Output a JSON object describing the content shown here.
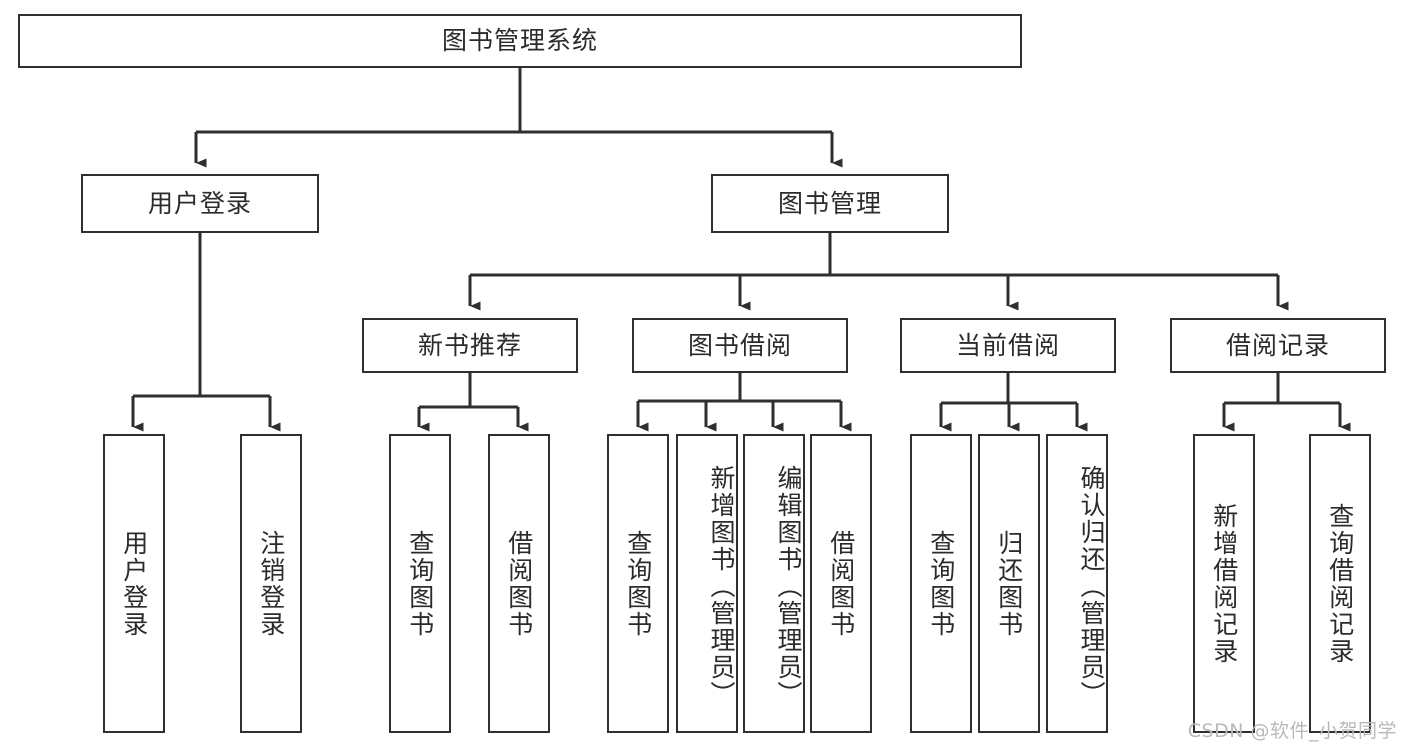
{
  "diagram": {
    "title": "图书管理系统",
    "type": "tree-hierarchy",
    "orientation": "top-down",
    "colors": {
      "stroke": "#2f2f2f",
      "fill": "#ffffff",
      "text": "#2b2b2b",
      "watermark": "#b9b9b9"
    },
    "watermark": "CSDN @软件_小贺同学"
  },
  "nodes": {
    "root": {
      "label": "图书管理系统",
      "level": 0
    },
    "level1": [
      {
        "id": "user-login",
        "label": "用户登录"
      },
      {
        "id": "book-manage",
        "label": "图书管理"
      }
    ],
    "level2": [
      {
        "id": "new-book-recommend",
        "label": "新书推荐",
        "parent": "book-manage"
      },
      {
        "id": "book-borrow",
        "label": "图书借阅",
        "parent": "book-manage"
      },
      {
        "id": "current-borrow",
        "label": "当前借阅",
        "parent": "book-manage"
      },
      {
        "id": "borrow-record",
        "label": "借阅记录",
        "parent": "book-manage"
      }
    ],
    "leaves": [
      {
        "id": "leaf-user-login",
        "label": "用户登录",
        "parent": "user-login"
      },
      {
        "id": "leaf-user-logout",
        "label": "注销登录",
        "parent": "user-login"
      },
      {
        "id": "leaf-query-book-1",
        "label": "查询图书",
        "parent": "new-book-recommend"
      },
      {
        "id": "leaf-borrow-book-1",
        "label": "借阅图书",
        "parent": "new-book-recommend"
      },
      {
        "id": "leaf-query-book-2",
        "label": "查询图书",
        "parent": "book-borrow"
      },
      {
        "id": "leaf-add-book",
        "label": "新增图书（管理员）",
        "parent": "book-borrow"
      },
      {
        "id": "leaf-edit-book",
        "label": "编辑图书（管理员）",
        "parent": "book-borrow"
      },
      {
        "id": "leaf-borrow-book-2",
        "label": "借阅图书",
        "parent": "book-borrow"
      },
      {
        "id": "leaf-query-book-3",
        "label": "查询图书",
        "parent": "current-borrow"
      },
      {
        "id": "leaf-return-book",
        "label": "归还图书",
        "parent": "current-borrow"
      },
      {
        "id": "leaf-confirm-return",
        "label": "确认归还（管理员）",
        "parent": "current-borrow"
      },
      {
        "id": "leaf-add-record",
        "label": "新增借阅记录",
        "parent": "borrow-record"
      },
      {
        "id": "leaf-query-record",
        "label": "查询借阅记录",
        "parent": "borrow-record"
      }
    ]
  }
}
